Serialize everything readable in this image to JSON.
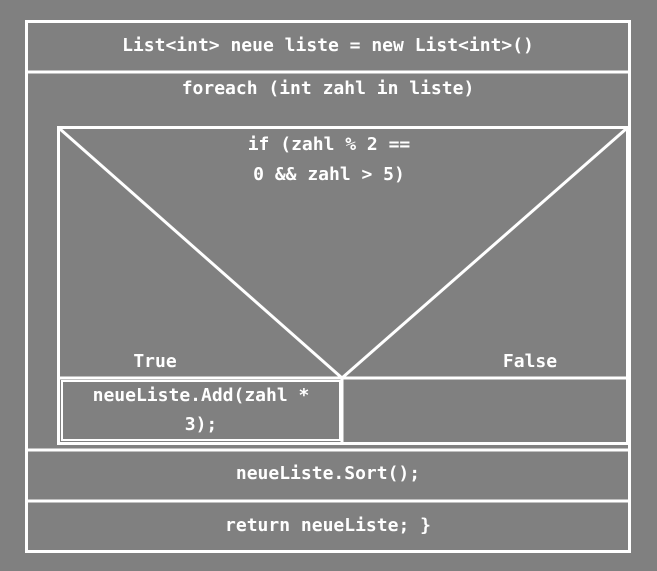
{
  "diagram": {
    "declaration": "List<int> neue liste = new List<int>()",
    "loop_header": "foreach (int zahl in liste)",
    "condition_line1": "if (zahl % 2 ==",
    "condition_line2": "0 && zahl > 5)",
    "true_label": "True",
    "false_label": "False",
    "true_branch_line1": "neueListe.Add(zahl *",
    "true_branch_line2": "3);",
    "false_branch": "",
    "sort_statement": "neueListe.Sort();",
    "return_statement": "return neueListe; }"
  }
}
